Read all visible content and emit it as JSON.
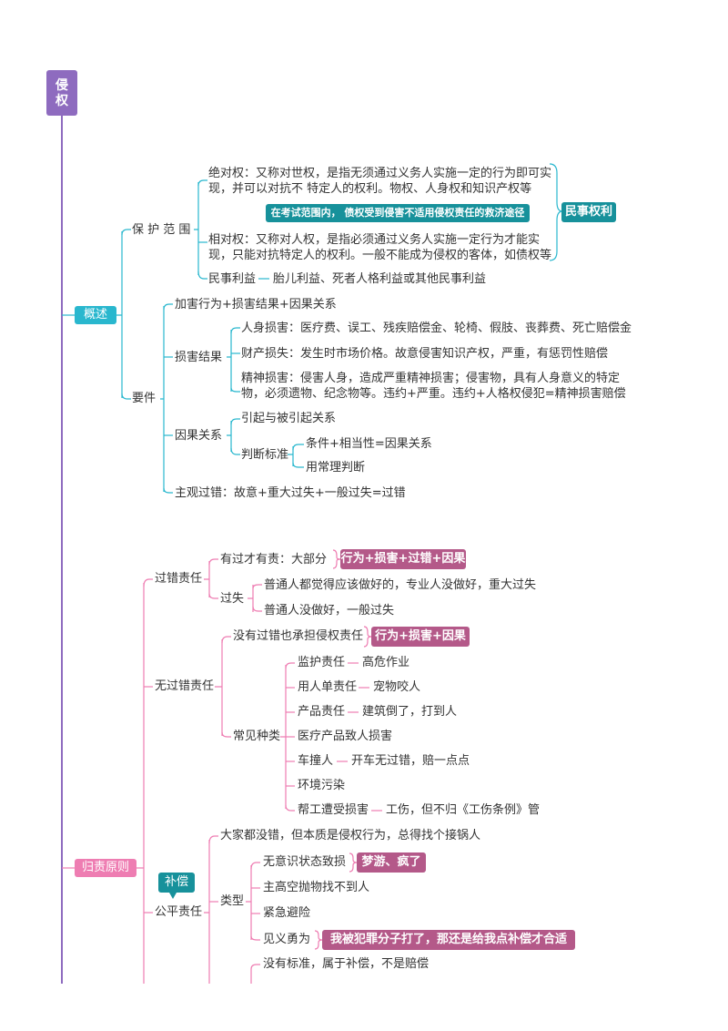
{
  "root": {
    "line1": "侵",
    "line2": "权"
  },
  "overview": {
    "label": "概述",
    "protection_scope": {
      "label": "保 护 范 围",
      "absolute_line1": "绝对权：又称对世权，是指无须通过义务人实施一定的行为即可实",
      "absolute_line2": "现，并可以对抗不 特定人的权利。物权、人身权和知识产权等",
      "note": "在考试范围内， 债权受到侵害不适用侵权责任的救济途径",
      "relative_line1": "相对权：又称对人权，是指必须通过义务人实施一定行为才能实",
      "relative_line2": "现，只能对抗特定人的权利。一般不能成为侵权的客体，如债权等",
      "civil_rights_tag": "民事权利",
      "civil_interest": "民事利益",
      "civil_interest_detail": "胎儿利益、死者人格利益或其他民事利益"
    },
    "elements": {
      "label": "要件",
      "formula": "加害行为+损害结果+因果关系",
      "damage": {
        "label": "损害结果",
        "personal": "人身损害：医疗费、误工、残疾赔偿金、轮椅、假肢、丧葬费、死亡赔偿金",
        "property": "财产损失：发生时市场价格。故意侵害知识产权，严重，有惩罚性赔偿",
        "mental_line1": "精神损害：侵害人身，造成严重精神损害；侵害物，具有人身意义的特定",
        "mental_line2": "物，必须遗物、纪念物等。违约+严重。违约+人格权侵犯=精神损害赔偿"
      },
      "causation": {
        "label": "因果关系",
        "cause": "引起与被引起关系",
        "criteria": "判断标准",
        "criteria1": "条件+相当性=因果关系",
        "criteria2": "用常理判断"
      },
      "fault": "主观过错：故意+重大过失+一般过失=过错"
    }
  },
  "attribution": {
    "label": "归责原则",
    "fault_liability": {
      "label": "过错责任",
      "item1": "有过才有责：大部分",
      "item1_tag": "行为+损害+过错+因果",
      "negligence": "过失",
      "gross": "普通人都觉得应该做好的，专业人没做好，重大过失",
      "ordinary": "普通人没做好，一般过失"
    },
    "no_fault": {
      "label": "无过错责任",
      "item1": "没有过错也承担侵权责任",
      "item1_tag": "行为+损害+因果",
      "common": "常见种类",
      "types": [
        {
          "name": "监护责任",
          "detail": "高危作业"
        },
        {
          "name": "用人单责任",
          "detail": "宠物咬人"
        },
        {
          "name": "产品责任",
          "detail": "建筑倒了，打到人"
        },
        {
          "name": "医疗产品致人损害",
          "detail": ""
        },
        {
          "name": "车撞人",
          "detail": "开车无过错，赔一点点"
        },
        {
          "name": "环境污染",
          "detail": ""
        },
        {
          "name": "帮工遭受损害",
          "detail": "工伤，但不归《工伤条例》管"
        }
      ]
    },
    "fairness": {
      "label": "公平责任",
      "callout": "补偿",
      "item1": "大家都没错，但本质是侵权行为，总得找个接锅人",
      "types_label": "类型",
      "t1": "无意识状态致损",
      "t1_tag": "梦游、疯了",
      "t2": "主高空抛物找不到人",
      "t3": "紧急避险",
      "t4": "见义勇为",
      "t4_tag": "我被犯罪分子打了，那还是给我点补偿才合适",
      "item_last": "没有标准，属于补偿，不是赔偿"
    }
  }
}
